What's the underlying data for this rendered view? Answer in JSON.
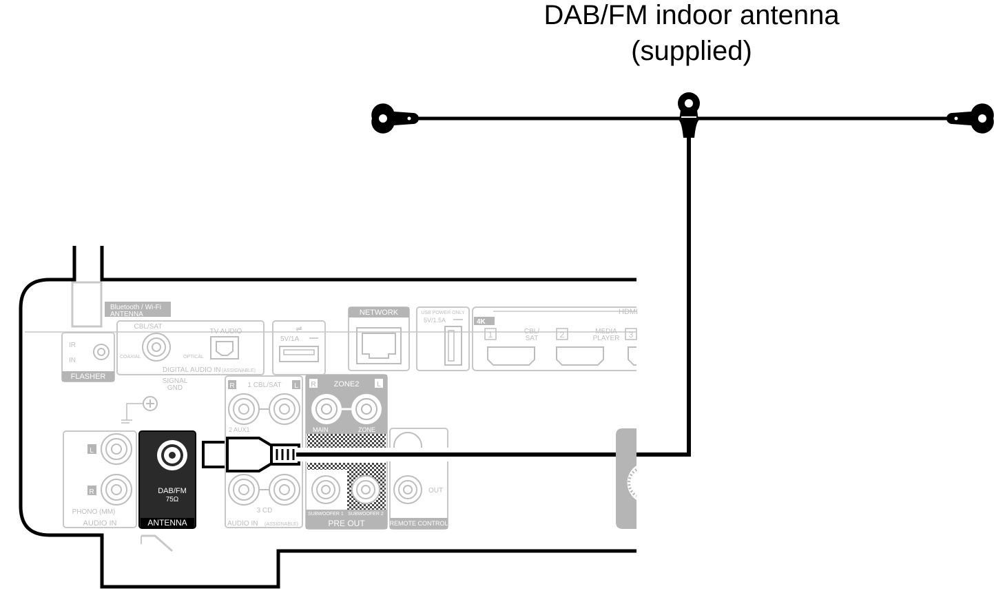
{
  "title": {
    "line1": "DAB/FM indoor antenna",
    "line2": "(supplied)"
  },
  "panel": {
    "bt_label_1": "Bluetooth / Wi-Fi",
    "bt_label_2": "ANTENNA",
    "ir": "IR",
    "in": "IN",
    "flasher": "FLASHER",
    "cbl_sat": "CBL/SAT",
    "tv_audio": "TV AUDIO",
    "coaxial": "COAXIAL",
    "optical": "OPTICAL",
    "digital_audio_in": "DIGITAL AUDIO IN",
    "assignable_paren": "(ASSIGNABLE)",
    "usb_rating": "5V/1A",
    "network": "NETWORK",
    "usb_power_only": "USB POWER ONLY",
    "usb_power_rating": "5V/1.5A",
    "hdmi": "HDMI",
    "badge_4k": "4K",
    "hdmi_1_num": "1",
    "hdmi_1_label_1": "CBL/",
    "hdmi_1_label_2": "SAT",
    "hdmi_2_num": "2",
    "hdmi_2_label_1": "MEDIA",
    "hdmi_2_label_2": "PLAYER",
    "hdmi_3_num": "3",
    "signal": "SIGNAL",
    "gnd": "GND",
    "r": "R",
    "l": "L",
    "cbl_sat_1": "1 CBL/SAT",
    "aux_2": "2 AUX1",
    "cd_3": "3 CD",
    "audio_in_assignable": "AUDIO IN",
    "zone2": "ZONE2",
    "main": "MAIN",
    "zone": "ZONE",
    "subwoofer_1": "SUBWOOFER 1",
    "subwoofer_2": "SUBWOOFER 2",
    "pre_out": "PRE OUT",
    "out": "OUT",
    "remote_control": "REMOTE CONTROL",
    "phono": "PHONO (MM)",
    "audio_in": "AUDIO IN",
    "dab_fm": "DAB/FM",
    "impedance": "75Ω",
    "antenna": "ANTENNA"
  },
  "colors": {
    "line": "#000000",
    "faint": "#c8c8c8",
    "faint_text": "#bdbdbd",
    "gray_fill": "#b5b5b5",
    "antenna_fill": "#2a2a2a"
  }
}
